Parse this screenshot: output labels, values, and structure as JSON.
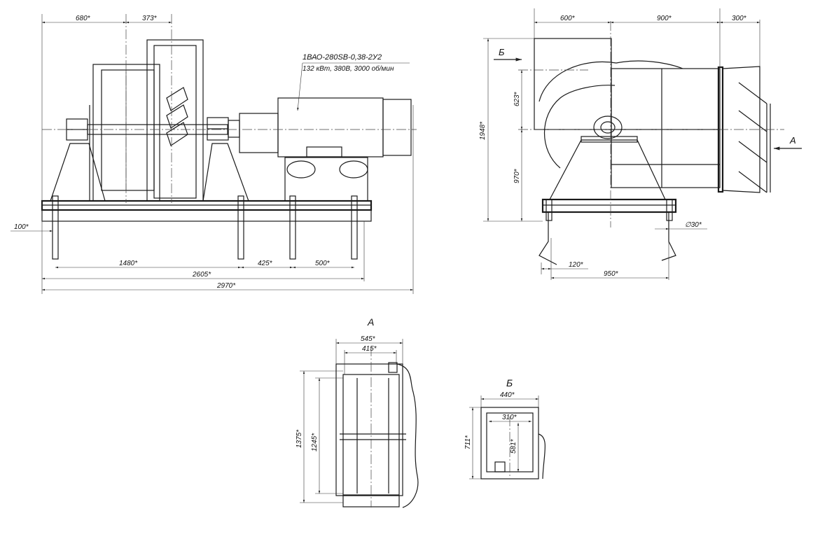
{
  "motor": {
    "model": "1ВАО-280SВ-0,38-2У2",
    "spec": "132 кВт, 380В, 3000 об/мин"
  },
  "front_view": {
    "dims": {
      "d680": "680*",
      "d373": "373*",
      "d100": "100*",
      "d1480": "1480*",
      "d425": "425*",
      "d500": "500*",
      "d2605": "2605*",
      "d2970": "2970*"
    }
  },
  "side_view": {
    "dims": {
      "d600": "600*",
      "d900": "900*",
      "d300": "300*",
      "d1948": "1948*",
      "d623": "623*",
      "d970": "970*",
      "d120": "120*",
      "d950": "950*",
      "d30": "∅30*"
    },
    "arrow_b": "Б",
    "arrow_a": "А"
  },
  "view_a": {
    "title": "А",
    "dims": {
      "d545": "545*",
      "d415": "415*",
      "d1375": "1375*",
      "d1245": "1245*"
    }
  },
  "view_b": {
    "title": "Б",
    "dims": {
      "d440": "440*",
      "d310": "310*",
      "d711": "711*",
      "d581": "581*"
    }
  }
}
